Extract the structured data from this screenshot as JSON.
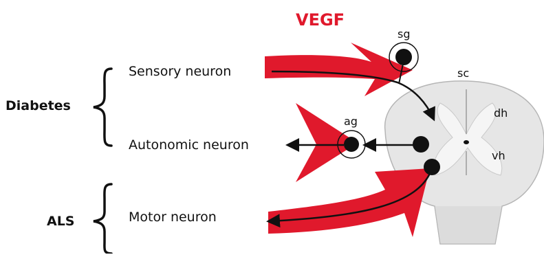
{
  "title": "VEGF",
  "groups": [
    {
      "label": "Diabetes"
    },
    {
      "label": "ALS"
    }
  ],
  "neurons": [
    {
      "label": "Sensory neuron"
    },
    {
      "label": "Autonomic neuron"
    },
    {
      "label": "Motor neuron"
    }
  ],
  "ganglia": {
    "sensory": "sg",
    "autonomic": "ag"
  },
  "spinal_cord": {
    "label": "sc",
    "dorsal_horn": "dh",
    "ventral_horn": "vh"
  },
  "colors": {
    "vegf_red": "#e0192c",
    "ink": "#111111",
    "cord_fill": "#e6e6e6"
  }
}
